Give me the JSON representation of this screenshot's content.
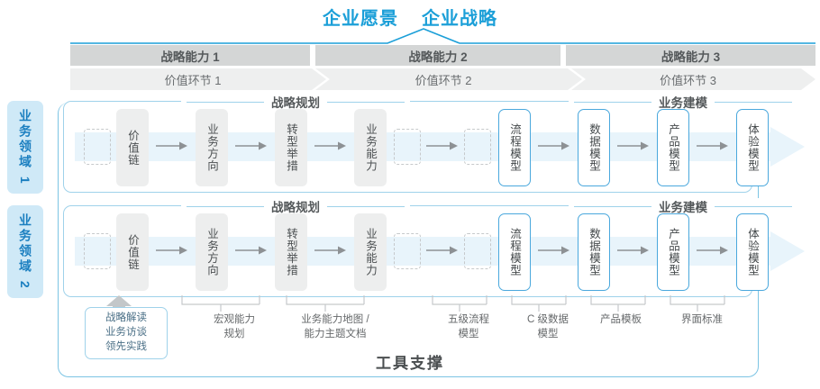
{
  "header": {
    "vision": "企业愿景",
    "strategy": "企业战略"
  },
  "capabilities": [
    {
      "label": "战略能力 1"
    },
    {
      "label": "战略能力 2"
    },
    {
      "label": "战略能力 3"
    }
  ],
  "value_stages": [
    {
      "label": "价值环节 1"
    },
    {
      "label": "价值环节 2"
    },
    {
      "label": "价值环节 3"
    }
  ],
  "side_labels": [
    {
      "label": "业务领域 1"
    },
    {
      "label": "业务领域 2"
    }
  ],
  "sections": {
    "planning": "战略规划",
    "modeling": "业务建模"
  },
  "nodes": {
    "planning": [
      {
        "label": "价值链"
      },
      {
        "label": "业务方向"
      },
      {
        "label": "转型举措"
      },
      {
        "label": "业务能力"
      }
    ],
    "modeling": [
      {
        "label": "流程模型"
      },
      {
        "label": "数据模型"
      },
      {
        "label": "产品模型"
      },
      {
        "label": "体验模型"
      }
    ]
  },
  "annotations": {
    "box": "战略解读\n业务访谈\n领先实践",
    "items": [
      {
        "label": "宏观能力\n规划"
      },
      {
        "label": "业务能力地图 /\n能力主题文档"
      },
      {
        "label": "五级流程\n模型"
      },
      {
        "label": "C 级数据\n模型"
      },
      {
        "label": "产品模板"
      },
      {
        "label": "界面标准"
      }
    ]
  },
  "footer": {
    "tool_support": "工具支撑"
  },
  "colors": {
    "accent_blue": "#1b9fd8",
    "node_border_blue": "#4aa8dd",
    "band_blue": "#e8f4fb",
    "bar_gray": "#d4d6d6",
    "stage_gray": "#eeefef",
    "side_label_bg": "#cfe9f7",
    "text_dark": "#55595b"
  }
}
